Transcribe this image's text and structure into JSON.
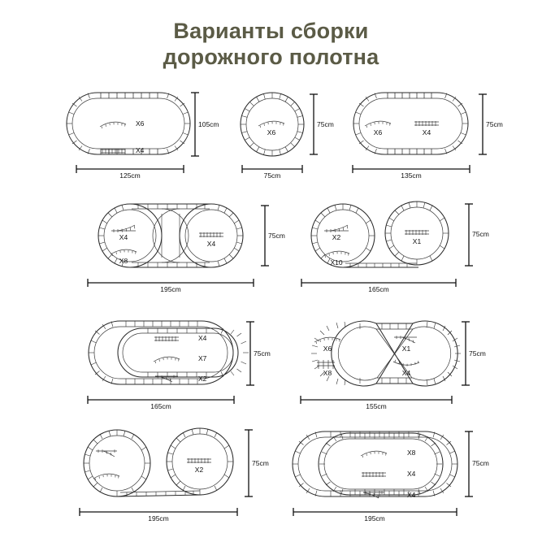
{
  "title": "Варианты сборки\nдорожного полотна",
  "title_color": "#5b5b46",
  "background_color": "#ffffff",
  "units": "cm",
  "layouts": [
    {
      "id": "layout-1",
      "shape": "rounded-oval",
      "width_label": "125cm",
      "height_label": "105cm",
      "parts": [
        {
          "icon": "curved-track-icon",
          "count_label": "X6"
        },
        {
          "icon": "straight-track-icon",
          "count_label": "X4"
        }
      ]
    },
    {
      "id": "layout-2",
      "shape": "circle",
      "width_label": "75cm",
      "height_label": "75cm",
      "parts": [
        {
          "icon": "curved-track-icon",
          "count_label": "X6"
        }
      ]
    },
    {
      "id": "layout-3",
      "shape": "stadium-oval",
      "width_label": "135cm",
      "height_label": "75cm",
      "parts": [
        {
          "icon": "curved-track-icon",
          "count_label": "X6"
        },
        {
          "icon": "straight-track-icon",
          "count_label": "X4"
        }
      ]
    },
    {
      "id": "layout-4",
      "shape": "double-circle-linked",
      "width_label": "195cm",
      "height_label": "75cm",
      "parts_left": [
        {
          "icon": "switch-track-icon",
          "count_label": "X4"
        },
        {
          "icon": "curved-track-icon",
          "count_label": "X8"
        }
      ],
      "parts_right": [
        {
          "icon": "straight-track-icon",
          "count_label": "X4"
        }
      ]
    },
    {
      "id": "layout-5",
      "shape": "double-circle-tangent",
      "width_label": "165cm",
      "height_label": "75cm",
      "parts_left": [
        {
          "icon": "switch-track-icon",
          "count_label": "X2"
        },
        {
          "icon": "curved-track-icon",
          "count_label": "X10"
        }
      ],
      "parts_right": [
        {
          "icon": "straight-track-icon",
          "count_label": "X1"
        }
      ]
    },
    {
      "id": "layout-6",
      "shape": "nested-oval",
      "width_label": "165cm",
      "height_label": "75cm",
      "parts": [
        {
          "icon": "straight-track-icon",
          "count_label": "X4"
        },
        {
          "icon": "curved-track-icon",
          "count_label": "X7"
        },
        {
          "icon": "switch-track-icon",
          "count_label": "X2"
        }
      ]
    },
    {
      "id": "layout-7",
      "shape": "figure-eight",
      "width_label": "155cm",
      "height_label": "75cm",
      "parts_left": [
        {
          "icon": "curved-track-icon",
          "count_label": "X6"
        },
        {
          "icon": "crossing-track-icon",
          "count_label": "X8"
        }
      ],
      "parts_right": [
        {
          "icon": "switch-track-icon",
          "count_label": "X1"
        },
        {
          "icon": "curved-track-icon",
          "count_label": "X4"
        }
      ]
    },
    {
      "id": "layout-8",
      "shape": "double-circle-long",
      "width_label": "195cm",
      "height_label": "75cm",
      "parts_left": [
        {
          "icon": "switch-track-icon",
          "count_label": ""
        },
        {
          "icon": "curved-track-icon",
          "count_label": ""
        }
      ],
      "parts_right": [
        {
          "icon": "straight-track-icon",
          "count_label": "X2"
        }
      ]
    },
    {
      "id": "layout-9",
      "shape": "nested-oval-wide",
      "width_label": "195cm",
      "height_label": "75cm",
      "parts": [
        {
          "icon": "curved-track-icon",
          "count_label": "X8"
        },
        {
          "icon": "straight-track-icon",
          "count_label": "X4"
        },
        {
          "icon": "switch-track-icon",
          "count_label": "X4"
        }
      ]
    }
  ]
}
